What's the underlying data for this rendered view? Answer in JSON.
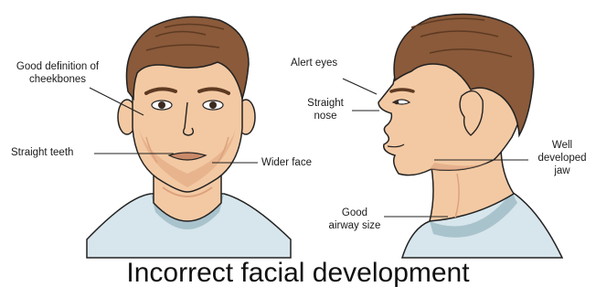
{
  "labels": {
    "cheekbones": [
      "Good definition of",
      "cheekbones"
    ],
    "straight_teeth": "Straight teeth",
    "wider_face": "Wider face",
    "alert_eyes": "Alert eyes",
    "straight_nose": [
      "Straight",
      "nose"
    ],
    "well_developed_jaw": [
      "Well",
      "developed",
      "jaw"
    ],
    "airway": [
      "Good",
      "airway size"
    ]
  },
  "caption": "Incorrect facial development",
  "colors": {
    "skin": "#f3c9a3",
    "skin_shadow": "#dca27d",
    "hair": "#8a5a3a",
    "hair_dark": "#5e3a22",
    "shirt": "#d7e6ec",
    "shirt_shadow": "#a9c3cd",
    "line": "#222222"
  }
}
